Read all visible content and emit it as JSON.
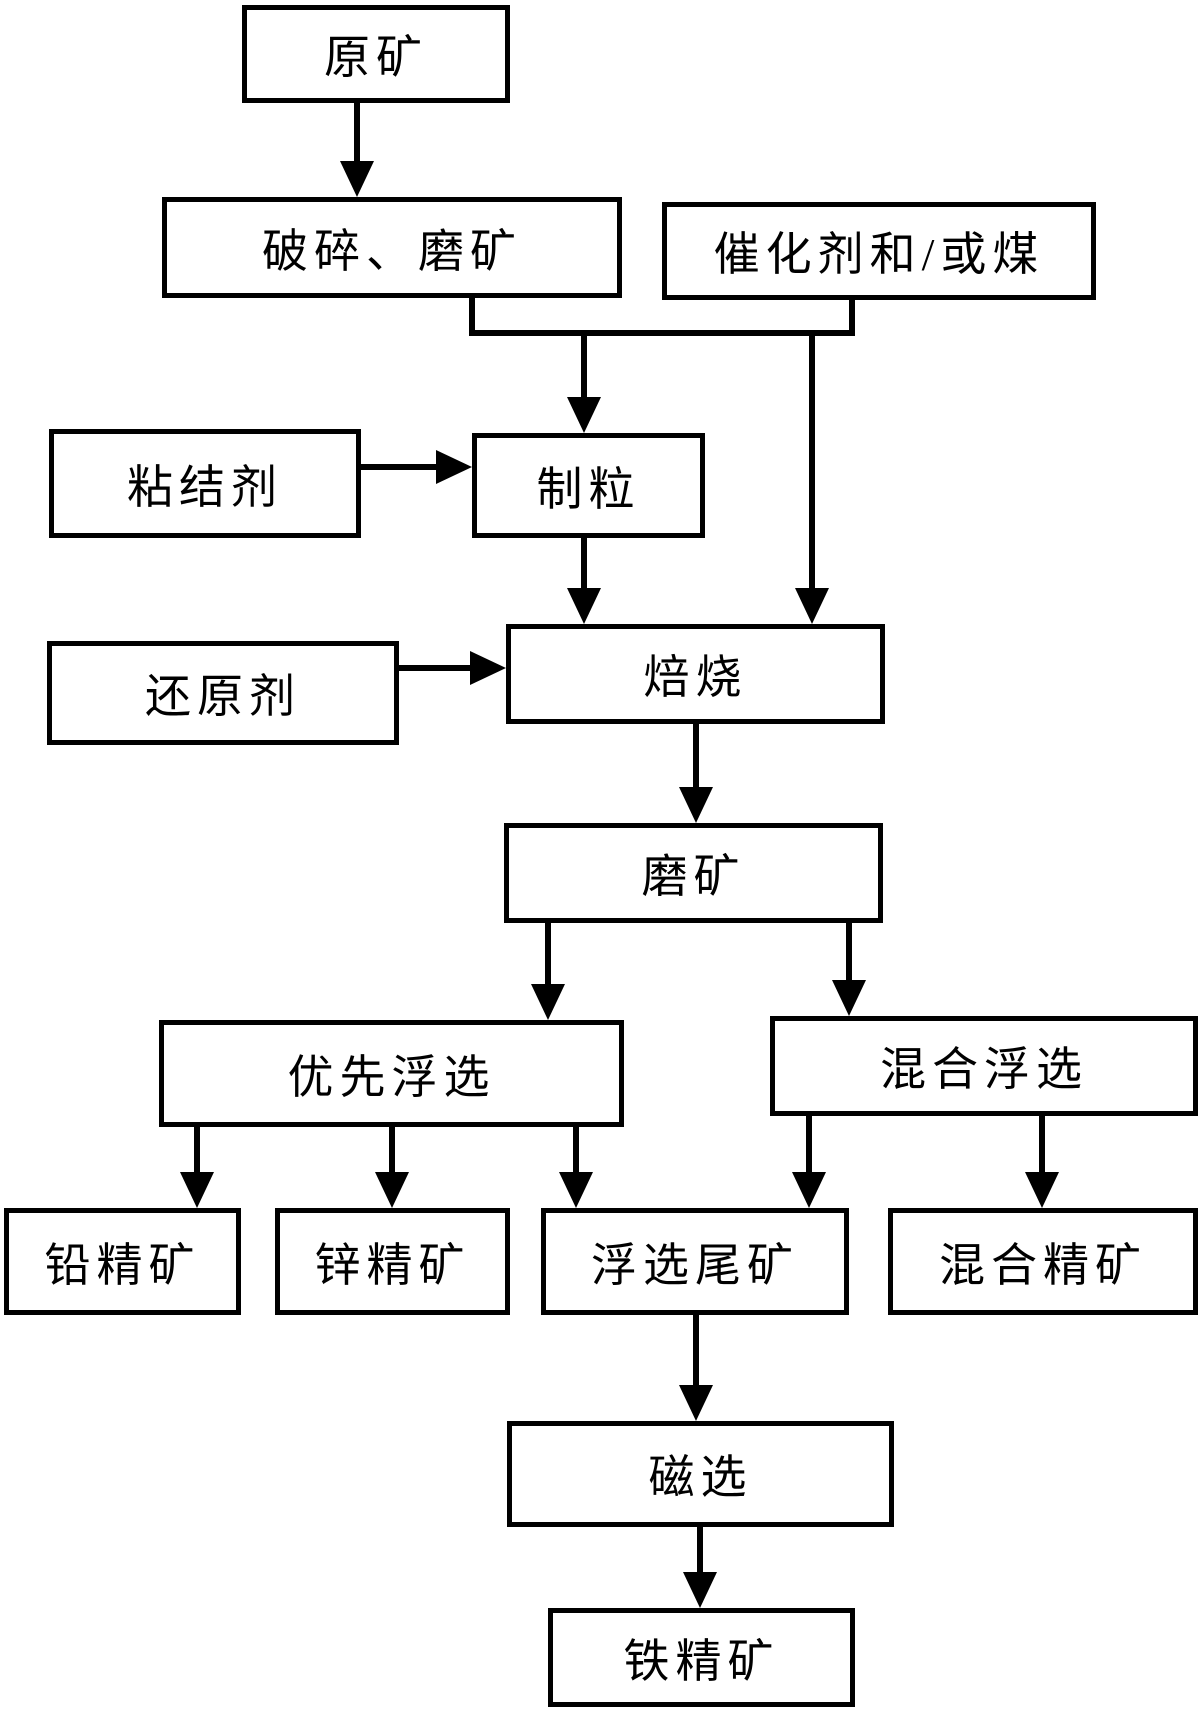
{
  "diagram": {
    "type": "flowchart",
    "background_color": "#ffffff",
    "line_color": "#000000",
    "box_fill": "#ffffff",
    "nodes": {
      "raw_ore": {
        "label": "原矿"
      },
      "crush_grind": {
        "label": "破碎、磨矿"
      },
      "catalyst_coal": {
        "label": "催化剂和/或煤"
      },
      "binder": {
        "label": "粘结剂"
      },
      "granulation": {
        "label": "制粒"
      },
      "reductant": {
        "label": "还原剂"
      },
      "roasting": {
        "label": "焙烧"
      },
      "grinding": {
        "label": "磨矿"
      },
      "preferential_flotation": {
        "label": "优先浮选"
      },
      "bulk_flotation": {
        "label": "混合浮选"
      },
      "lead_concentrate": {
        "label": "铅精矿"
      },
      "zinc_concentrate": {
        "label": "锌精矿"
      },
      "flotation_tailings": {
        "label": "浮选尾矿"
      },
      "mixed_concentrate": {
        "label": "混合精矿"
      },
      "magnetic_separation": {
        "label": "磁选"
      },
      "iron_concentrate": {
        "label": "铁精矿"
      }
    },
    "edges": [
      {
        "from": "raw_ore",
        "to": "crush_grind"
      },
      {
        "from": "crush_grind",
        "to": "granulation"
      },
      {
        "from": "catalyst_coal",
        "to": "granulation"
      },
      {
        "from": "crush_grind",
        "to": "roasting"
      },
      {
        "from": "catalyst_coal",
        "to": "roasting"
      },
      {
        "from": "binder",
        "to": "granulation"
      },
      {
        "from": "granulation",
        "to": "roasting"
      },
      {
        "from": "reductant",
        "to": "roasting"
      },
      {
        "from": "roasting",
        "to": "grinding"
      },
      {
        "from": "grinding",
        "to": "preferential_flotation"
      },
      {
        "from": "grinding",
        "to": "bulk_flotation"
      },
      {
        "from": "preferential_flotation",
        "to": "lead_concentrate"
      },
      {
        "from": "preferential_flotation",
        "to": "zinc_concentrate"
      },
      {
        "from": "preferential_flotation",
        "to": "flotation_tailings"
      },
      {
        "from": "bulk_flotation",
        "to": "flotation_tailings"
      },
      {
        "from": "bulk_flotation",
        "to": "mixed_concentrate"
      },
      {
        "from": "flotation_tailings",
        "to": "magnetic_separation"
      },
      {
        "from": "magnetic_separation",
        "to": "iron_concentrate"
      }
    ]
  }
}
